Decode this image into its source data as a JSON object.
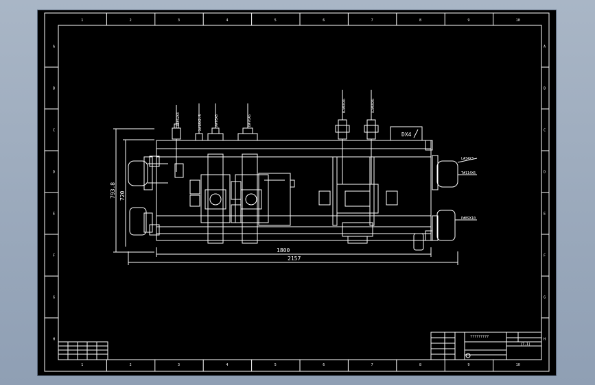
{
  "drawing": {
    "dimensions": {
      "overall_height": "793.8",
      "inner_height": "720",
      "inner_width": "1800",
      "overall_width": "2157"
    },
    "port_labels_top": [
      {
        "id": "t1",
        "text": "T1#42X4"
      },
      {
        "id": "x",
        "text": "X#18X2.5"
      },
      {
        "id": "a",
        "text": "A#76X6"
      },
      {
        "id": "b",
        "text": "B#76X6"
      },
      {
        "id": "b2",
        "text": "B2#60X6"
      },
      {
        "id": "a2",
        "text": "A2#60X6"
      }
    ],
    "port_labels_right": [
      {
        "id": "l",
        "text": "L#34X3"
      },
      {
        "id": "t",
        "text": "T#114X6"
      },
      {
        "id": "p",
        "text": "P#89X10"
      }
    ],
    "detail_tag": "DX4",
    "title_block": {
      "name": "?????????",
      "code": "(7.1)"
    },
    "zone_letters": [
      "A",
      "B",
      "C",
      "D",
      "E",
      "F",
      "G",
      "H"
    ],
    "zone_numbers": [
      "1",
      "2",
      "3",
      "4",
      "5",
      "6",
      "7",
      "8",
      "9",
      "10"
    ]
  }
}
